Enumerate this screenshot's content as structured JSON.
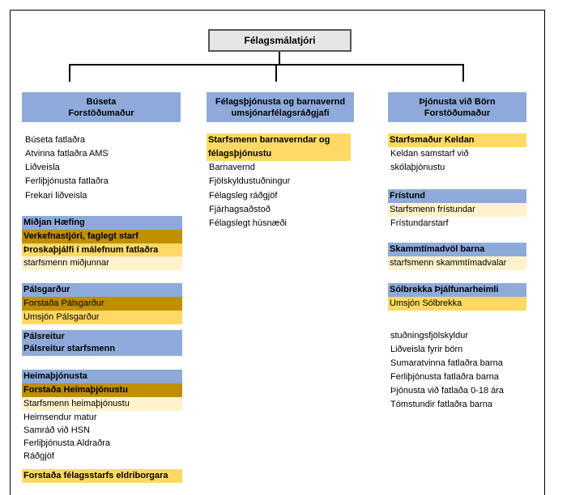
{
  "top": "Félagsmálatjóri",
  "col1": {
    "head1": "Búseta",
    "head2": "Forstöðumaður",
    "items": [
      "Búseta fatlaðra",
      "Atvinna fatlaðra  AMS",
      "Liðveisla",
      "Ferliþjónusta fatlaðra",
      "Frekari liðveisla"
    ],
    "midjan": "Miðjan Hæfing",
    "verkefnastjori": "Verkefnastjóri, faglegt starf",
    "throskathjalfi": "Þroskaþjálfi í málefnum fatlaðra",
    "starfsmenn_midjunnar": "starfsmenn miðjunnar",
    "palsgardur": "Pálsgarður",
    "forstada_palsgardur": "Forstaða Pálsgarður",
    "umsjon_palsgardur": "Umsjón Pálsgarður",
    "palsreitur": "Pálsreitur",
    "palsreitur_starfsmenn": "Pálsreitur  starfsmenn",
    "heimathjonusta": "Heimaþjónusta",
    "forstada_heimathjonustu": "Forstaða Heimaþjónustu",
    "starfsmenn_heima": "Starfsmenn heimaþjónustu",
    "heima_items": [
      "Heimsendur matur",
      "Samráð við HSN",
      "Ferliþjónusta Aldraðra",
      "Ráðgjöf"
    ],
    "forstada_eldri": "Forstaða félagsstarfs eldriborgara"
  },
  "col2": {
    "head1": "Félagsþjónusta og barnavernd",
    "head2": "umsjónarfélagsráðgjafi",
    "starfsmenn1": "Starfsmenn barnaverndar og",
    "starfsmenn2": "félagsþjónustu",
    "items": [
      "Barnavernd",
      "Fjölskyldustuðningur",
      "Félagsleg ráðgjöf",
      "Fjárhagsaðstoð",
      "Félagslegt húsnæði"
    ]
  },
  "col3": {
    "head1": "Þjónusta við Börn",
    "head2": "Forstöðumaður",
    "keldan": "Starfsmaður Keldan",
    "keldan_items": [
      "Keldan samstarf við",
      "skólaþjónustu"
    ],
    "fristund": "Frístund",
    "starfsmenn_fristundar": "Starfsmenn frístundar",
    "fristundarstarf": "Frístundarstarf",
    "skammtimadvol": "Skammtímadvöl barna",
    "starfsmenn_skammtima": "starfsmenn skammtímadvalar",
    "solbrekka": "Sólbrekka Þjálfunarheimli",
    "umsjon_solbrekka": "Umsjón Sólbrekka",
    "items": [
      "stuðningsfjölskyldur",
      "Liðveisla fyrir börn",
      "Sumaratvinna fatlaðra barna",
      "Ferliþjónusta fatlaðra barna",
      "Þjónusta við fatlaða 0-18 ára",
      "Tómstundir fatlaðra barna"
    ]
  }
}
